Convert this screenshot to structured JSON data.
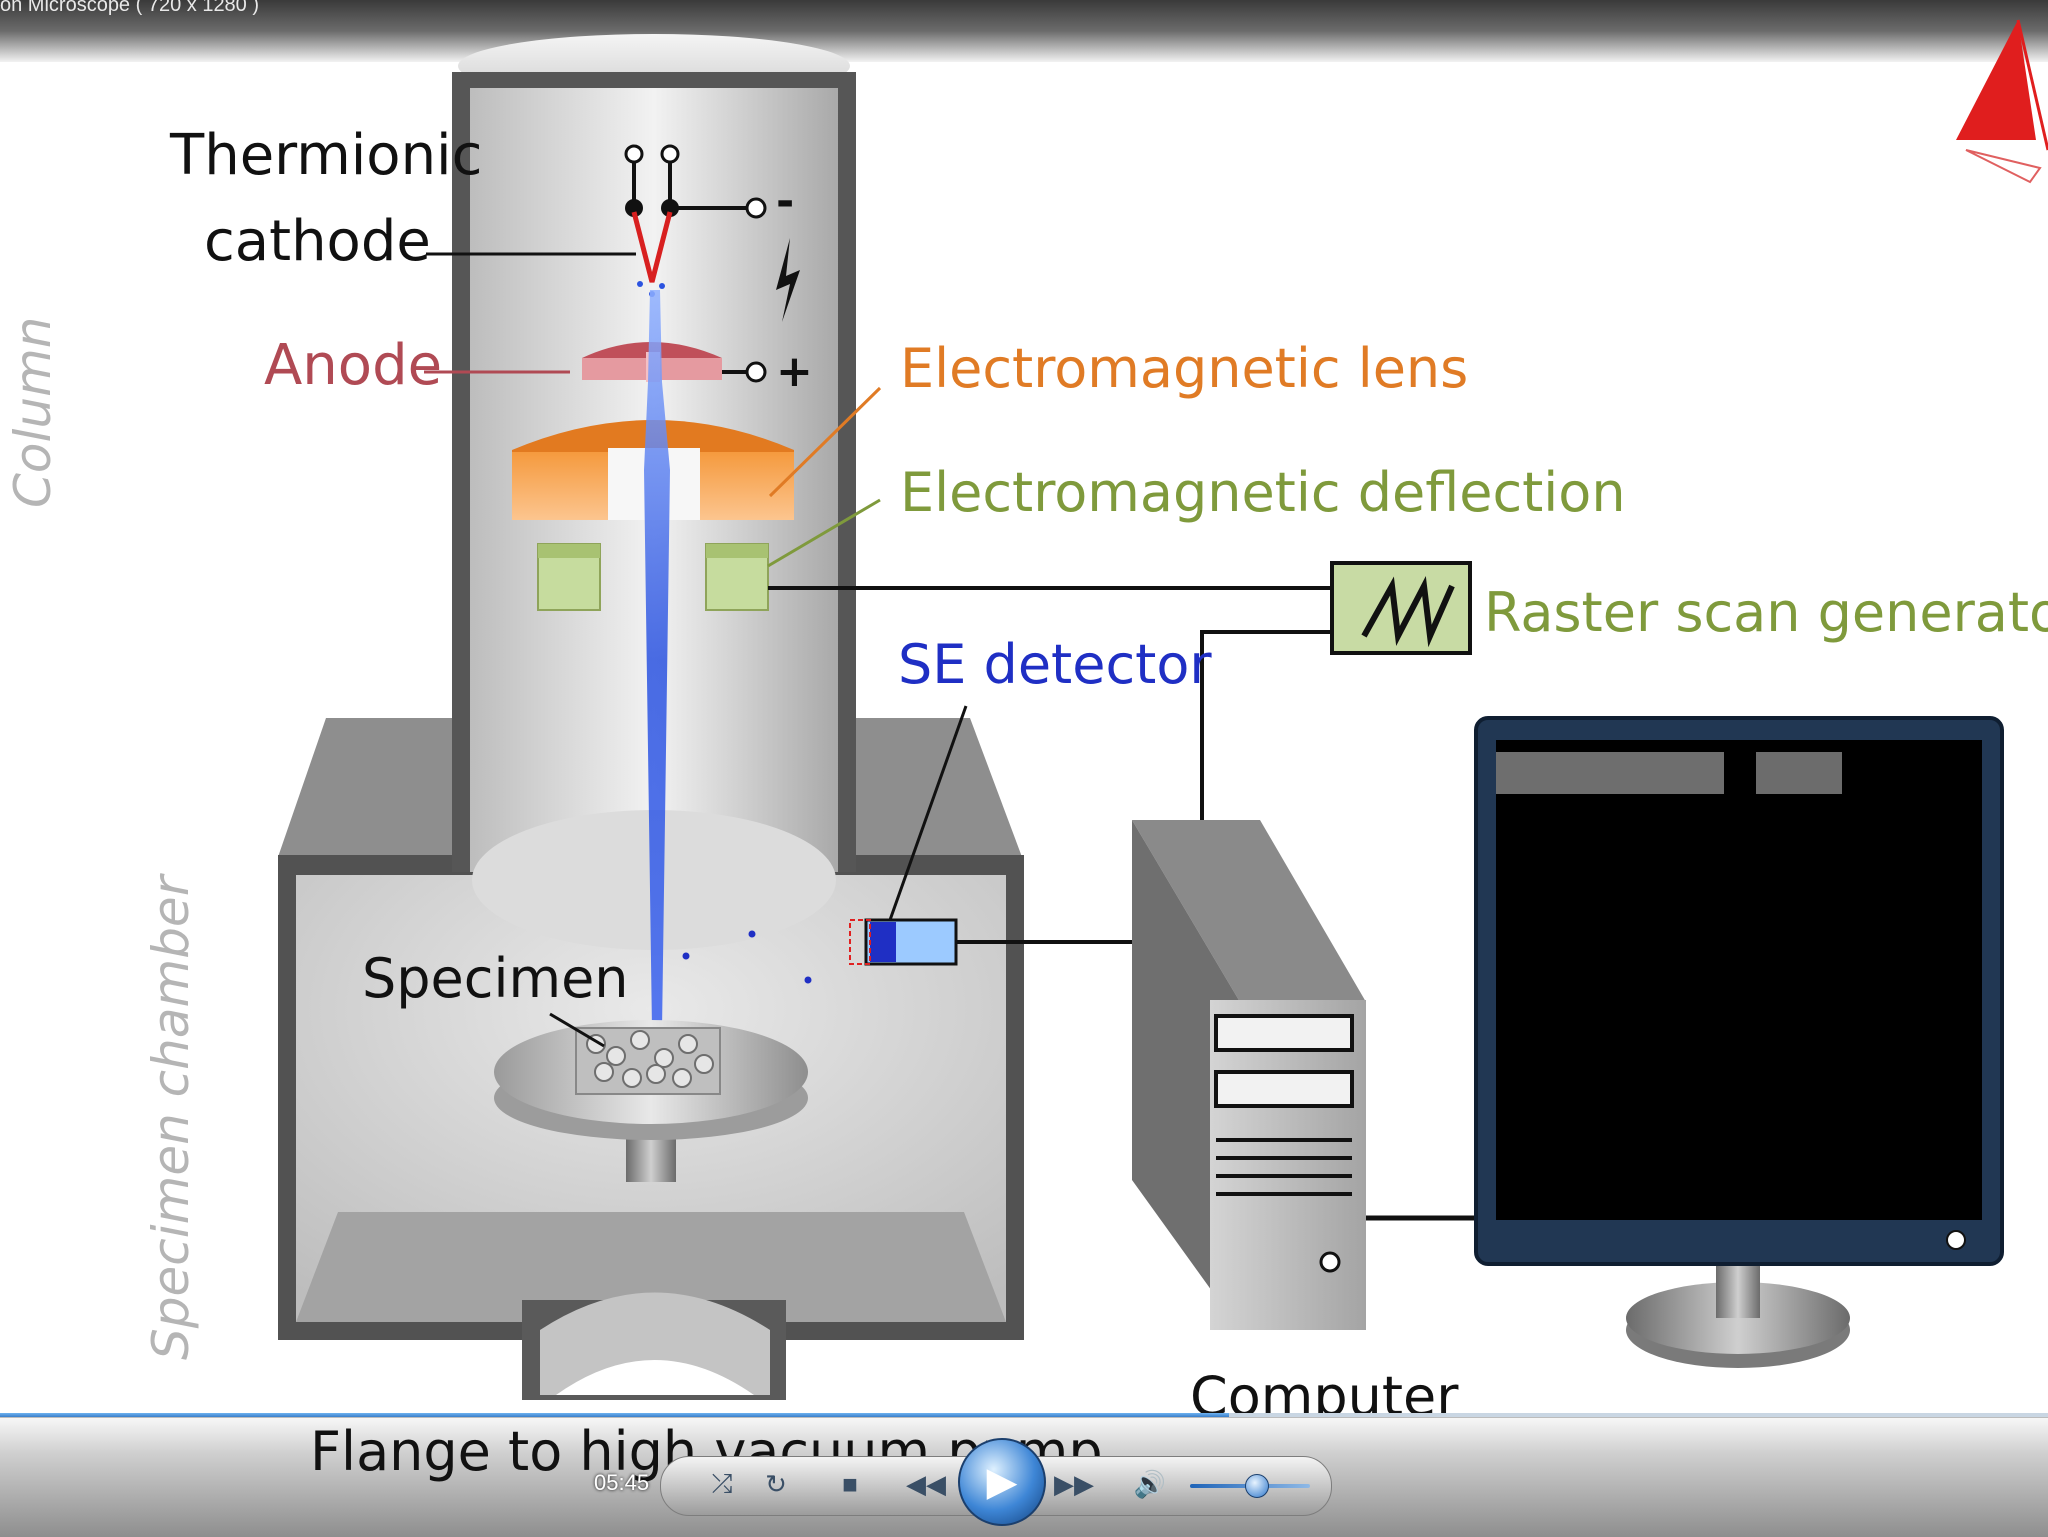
{
  "window": {
    "title": "on Microscope ( 720 x 1280 )"
  },
  "diagram": {
    "column_label": "Column",
    "chamber_label": "Specimen chamber",
    "cathode_label_line1": "Thermionic",
    "cathode_label_line2": "cathode",
    "anode_label": "Anode",
    "lens_label": "Electromagnetic lens",
    "deflection_label": "Electromagnetic deflection",
    "raster_label": "Raster scan generator",
    "se_detector_label": "SE detector",
    "specimen_label": "Specimen",
    "computer_label": "Computer",
    "minus_sign": "-",
    "plus_sign": "+"
  },
  "player": {
    "caption": "Flange to high vacuum pump",
    "time": "05:45",
    "progress_fraction": 0.6,
    "volume_fraction": 0.55
  },
  "colors": {
    "anode": "#b04a54",
    "lens": "#e07b25",
    "deflection": "#7f9a3c",
    "se_detector": "#1f2fc4",
    "beam": "#2b53e0",
    "logo": "#e01e1e"
  }
}
